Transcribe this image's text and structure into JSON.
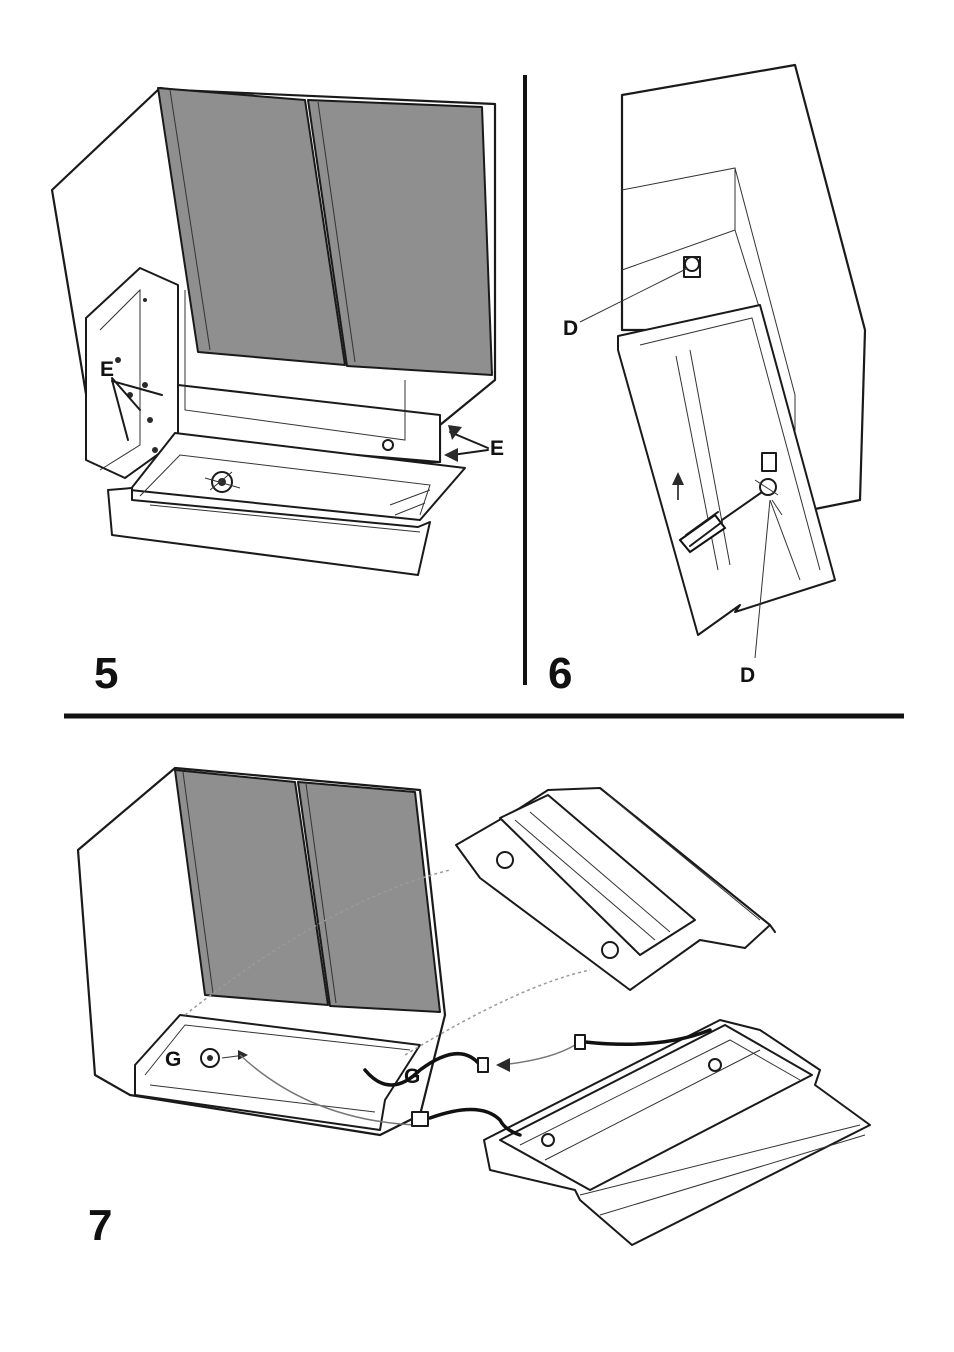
{
  "steps": [
    {
      "number": "5",
      "callouts": [
        "E",
        "E"
      ]
    },
    {
      "number": "6",
      "callouts": [
        "D",
        "D"
      ]
    },
    {
      "number": "7",
      "callouts": [
        "G",
        "G"
      ]
    }
  ]
}
